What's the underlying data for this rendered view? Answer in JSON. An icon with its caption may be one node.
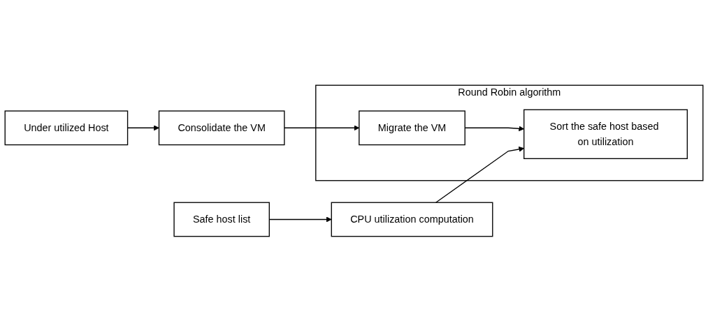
{
  "diagram": {
    "nodes": [
      {
        "text": [
          "Under utilized Host"
        ]
      },
      {
        "text": [
          "Consolidate the VM"
        ]
      },
      {
        "text": [
          "Round Robin algorithm"
        ]
      },
      {
        "text": [
          "Migrate the VM"
        ],
        "in": 2
      },
      {
        "text": [
          "Safe host list"
        ]
      },
      {
        "text": [
          "CPU utilization computation"
        ]
      },
      {
        "text": [
          "Sort the safe host based on utilization"
        ],
        "in": 2
      }
    ],
    "edges": [
      {
        "from": 0,
        "to": 1,
        "arrow": "to"
      },
      {
        "from": 1,
        "to": 3,
        "arrow": "to"
      },
      {
        "from": 3,
        "to": 6,
        "arrow": "to"
      },
      {
        "from": 4,
        "to": 5,
        "arrow": "to"
      },
      {
        "from": 5,
        "to": 6,
        "arrow": "to"
      }
    ]
  }
}
